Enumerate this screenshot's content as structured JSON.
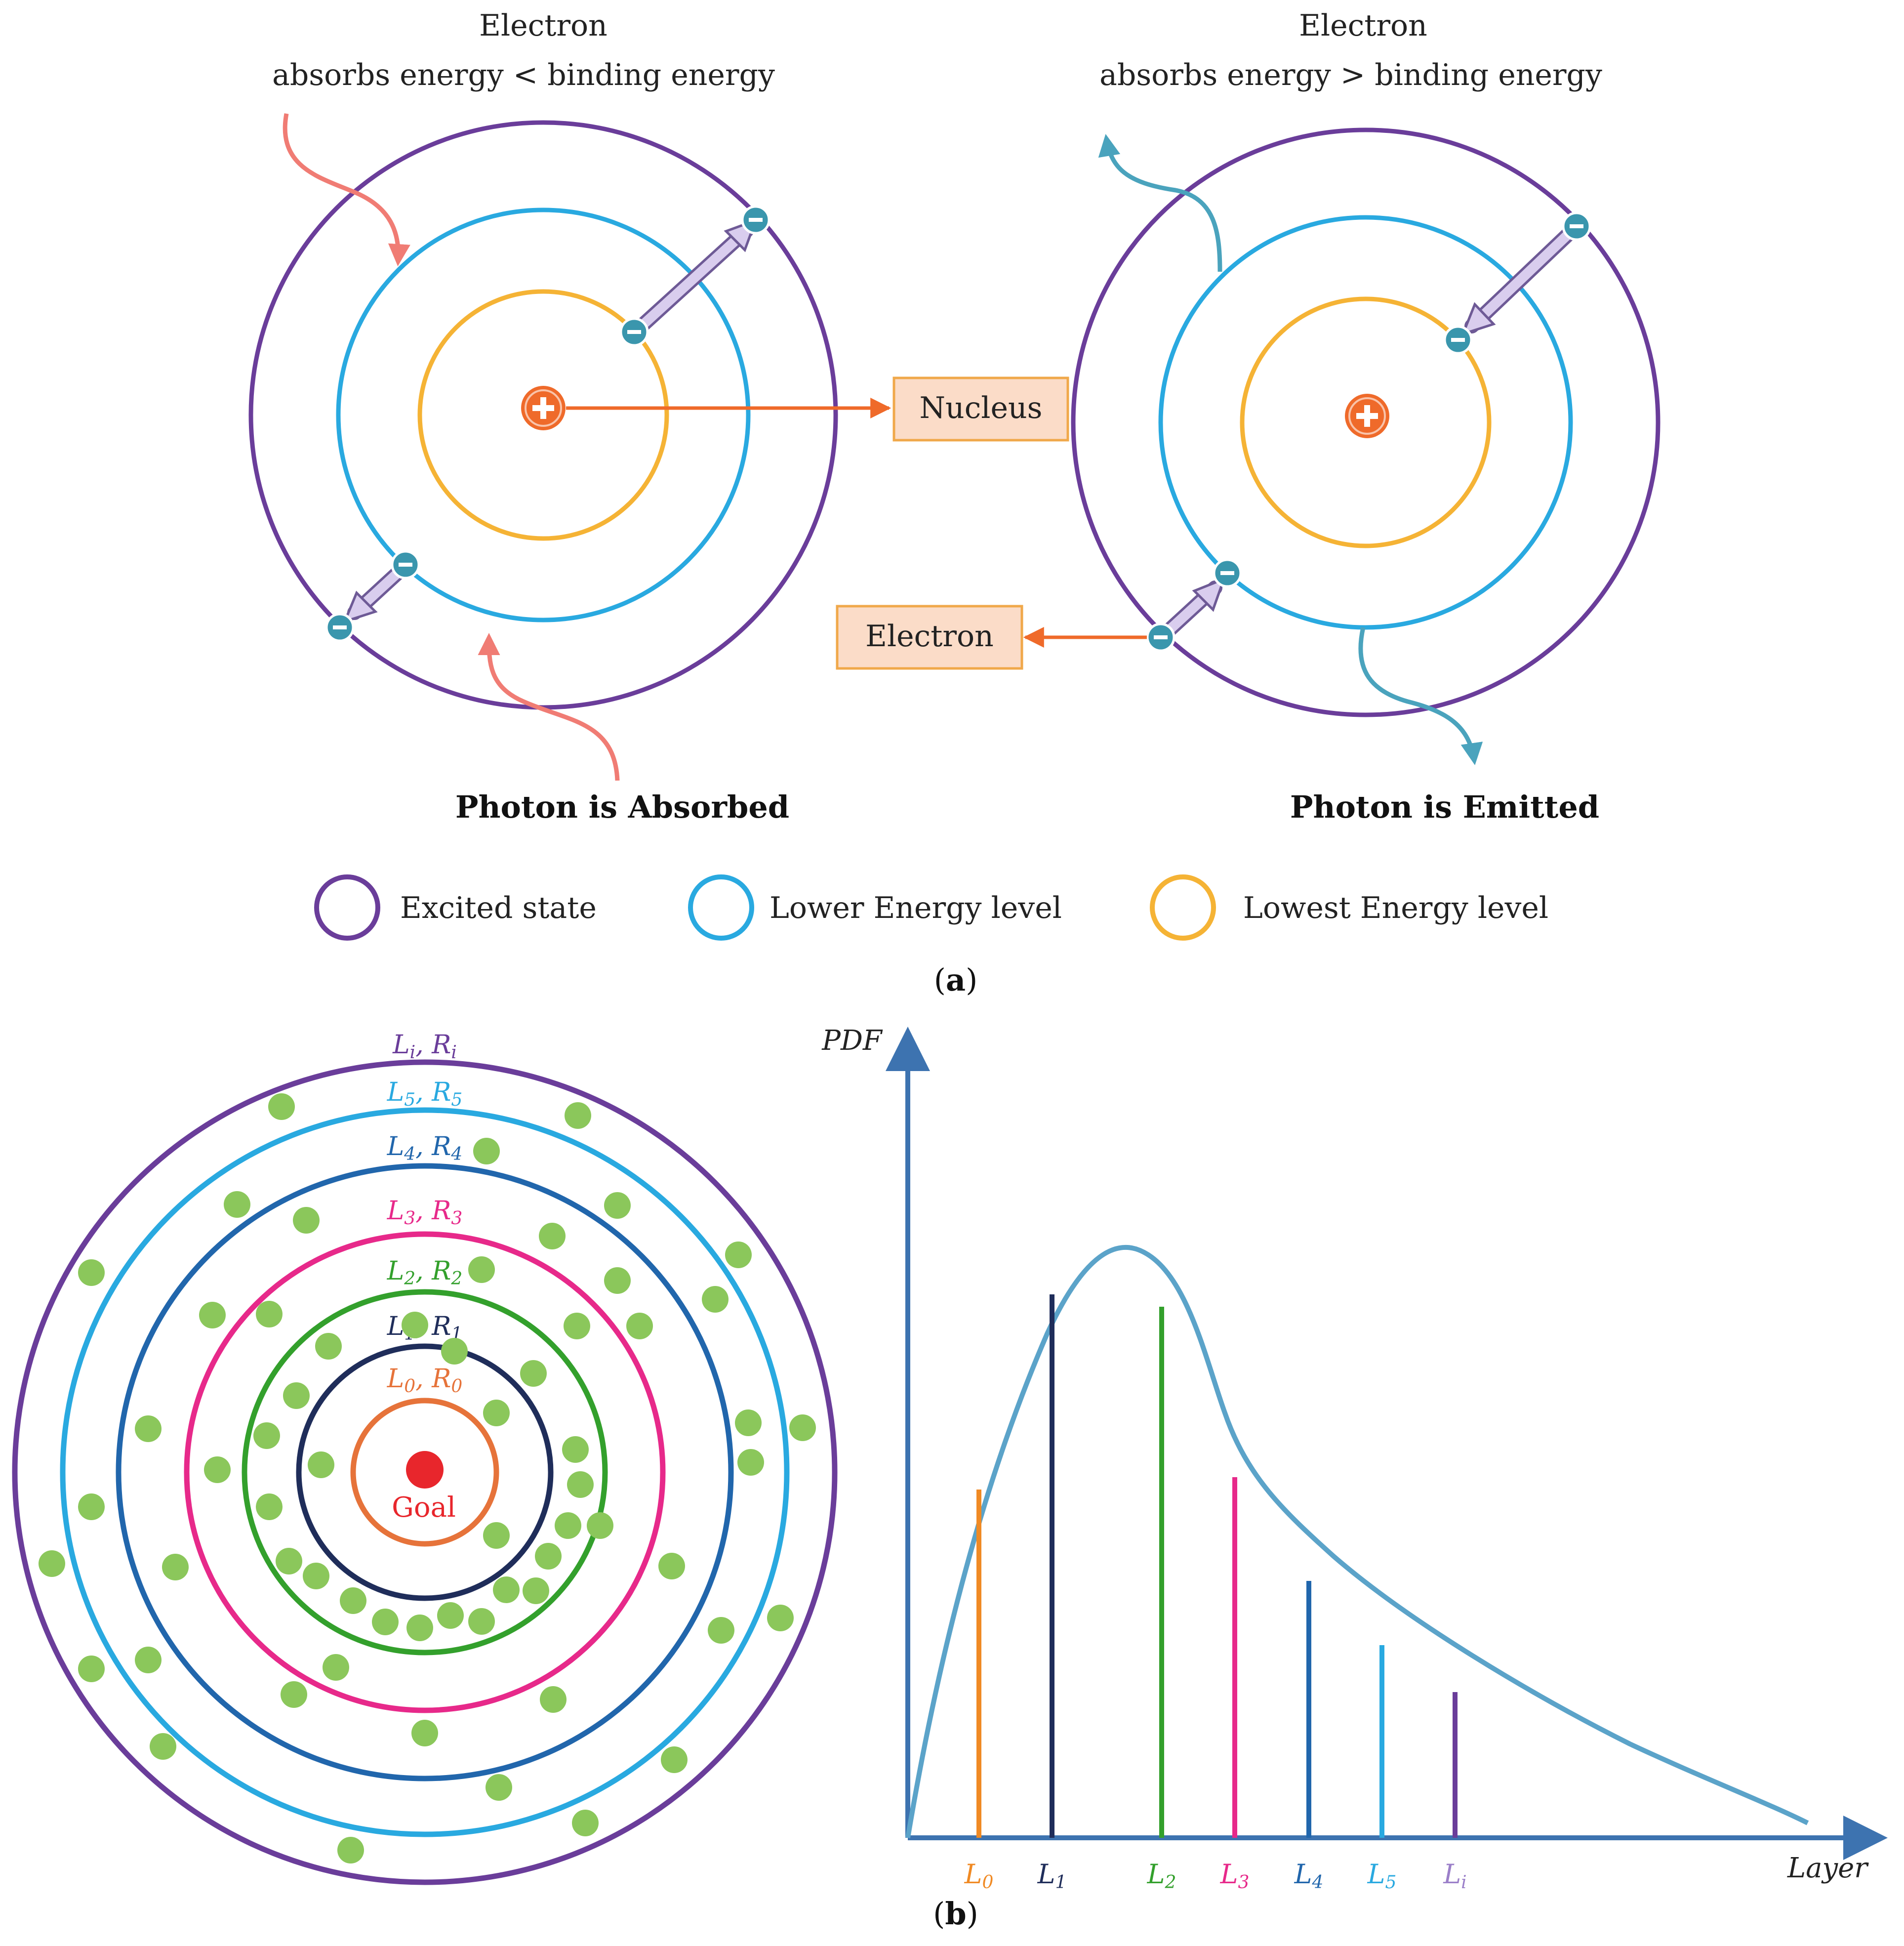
{
  "panel_a": {
    "left_atom": {
      "title_line1": "Electron",
      "title_line2": "absorbs energy < binding energy",
      "caption": "Photon is Absorbed"
    },
    "right_atom": {
      "title_line1": "Electron",
      "title_line2": "absorbs energy > binding energy",
      "caption": "Photon is Emitted"
    },
    "nucleus_label": "Nucleus",
    "electron_label": "Electron",
    "legend": [
      {
        "label": "Excited state",
        "color": "#6a3d9a"
      },
      {
        "label": "Lower Energy level",
        "color": "#29a9e0"
      },
      {
        "label": "Lowest Energy level",
        "color": "#f5b335"
      }
    ],
    "panel_label": "a"
  },
  "panel_b": {
    "panel_label": "b",
    "goal_label": "Goal",
    "rings": [
      {
        "L": "L",
        "Lsub": "i",
        "R": "R",
        "Rsub": "i",
        "color": "#6a3d9a"
      },
      {
        "L": "L",
        "Lsub": "5",
        "R": "R",
        "Rsub": "5",
        "color": "#29a9e0"
      },
      {
        "L": "L",
        "Lsub": "4",
        "R": "R",
        "Rsub": "4",
        "color": "#2166ac"
      },
      {
        "L": "L",
        "Lsub": "3",
        "R": "R",
        "Rsub": "3",
        "color": "#e7298a"
      },
      {
        "L": "L",
        "Lsub": "2",
        "R": "R",
        "Rsub": "2",
        "color": "#33a02c"
      },
      {
        "L": "L",
        "Lsub": "1",
        "R": "R",
        "Rsub": "1",
        "color": "#1f2d5a"
      },
      {
        "L": "L",
        "Lsub": "0",
        "R": "R",
        "Rsub": "0",
        "color": "#e6733a"
      }
    ],
    "chart": {
      "y_axis_label": "PDF",
      "x_axis_label": "Layer",
      "curve_color": "#5ba3c9",
      "layers": [
        {
          "label": "L",
          "sub": "0",
          "color": "#f08a24"
        },
        {
          "label": "L",
          "sub": "1",
          "color": "#1f2d5a"
        },
        {
          "label": "L",
          "sub": "2",
          "color": "#33a02c"
        },
        {
          "label": "L",
          "sub": "3",
          "color": "#e7298a"
        },
        {
          "label": "L",
          "sub": "4",
          "color": "#2166ac"
        },
        {
          "label": "L",
          "sub": "5",
          "color": "#29a9e0"
        },
        {
          "label": "L",
          "sub": "i",
          "color": "#9b7fc9"
        }
      ]
    }
  }
}
